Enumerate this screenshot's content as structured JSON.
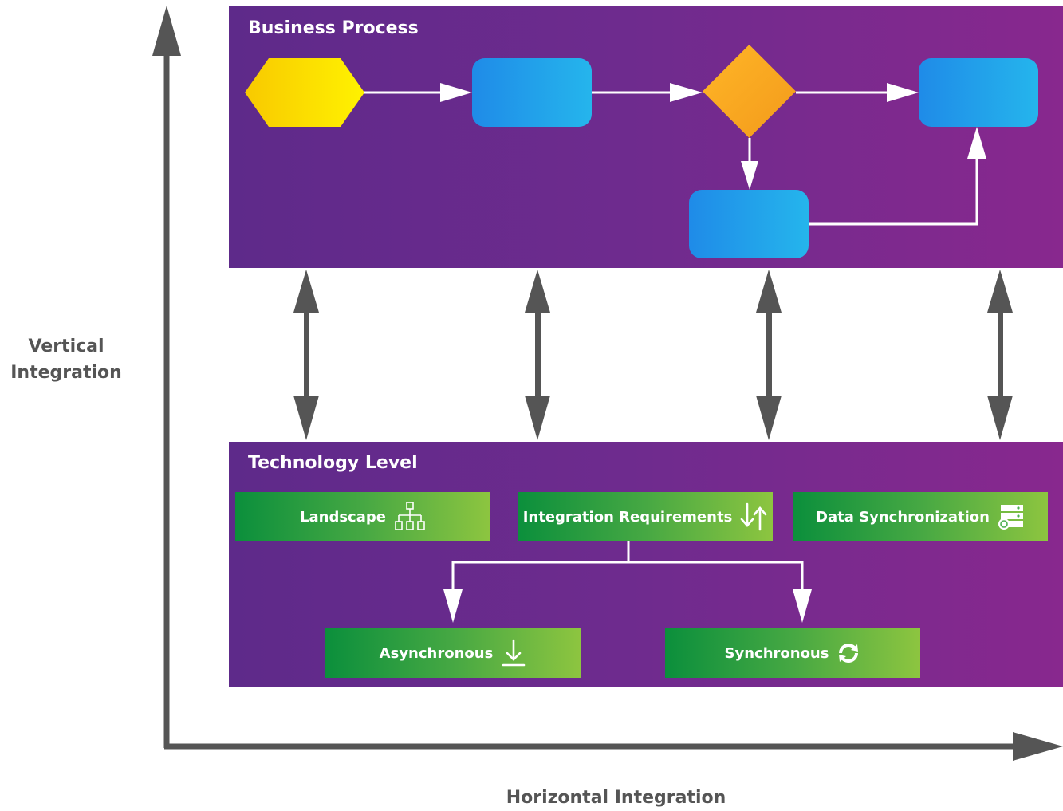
{
  "axes": {
    "vertical_label": "Vertical Integration",
    "horizontal_label": "Horizontal Integration"
  },
  "business_process": {
    "title": "Business Process"
  },
  "technology_level": {
    "title": "Technology Level",
    "boxes": {
      "landscape": {
        "label": "Landscape",
        "icon": "org-chart-icon"
      },
      "integration_requirements": {
        "label": "Integration Requirements",
        "icon": "down-up-arrows-icon"
      },
      "data_synchronization": {
        "label": "Data Synchronization",
        "icon": "server-sync-icon"
      },
      "asynchronous": {
        "label": "Asynchronous",
        "icon": "download-arrow-icon"
      },
      "synchronous": {
        "label": "Synchronous",
        "icon": "refresh-icon"
      }
    }
  },
  "colors": {
    "panel_gradient": [
      "#5e2a8a",
      "#88288e"
    ],
    "start_shape": "#fff200",
    "process_step": "#1f8be8",
    "decision": "#f5a21f",
    "tech_box_gradient": [
      "#0b8f3c",
      "#8dc540"
    ],
    "axis": "#555555"
  }
}
